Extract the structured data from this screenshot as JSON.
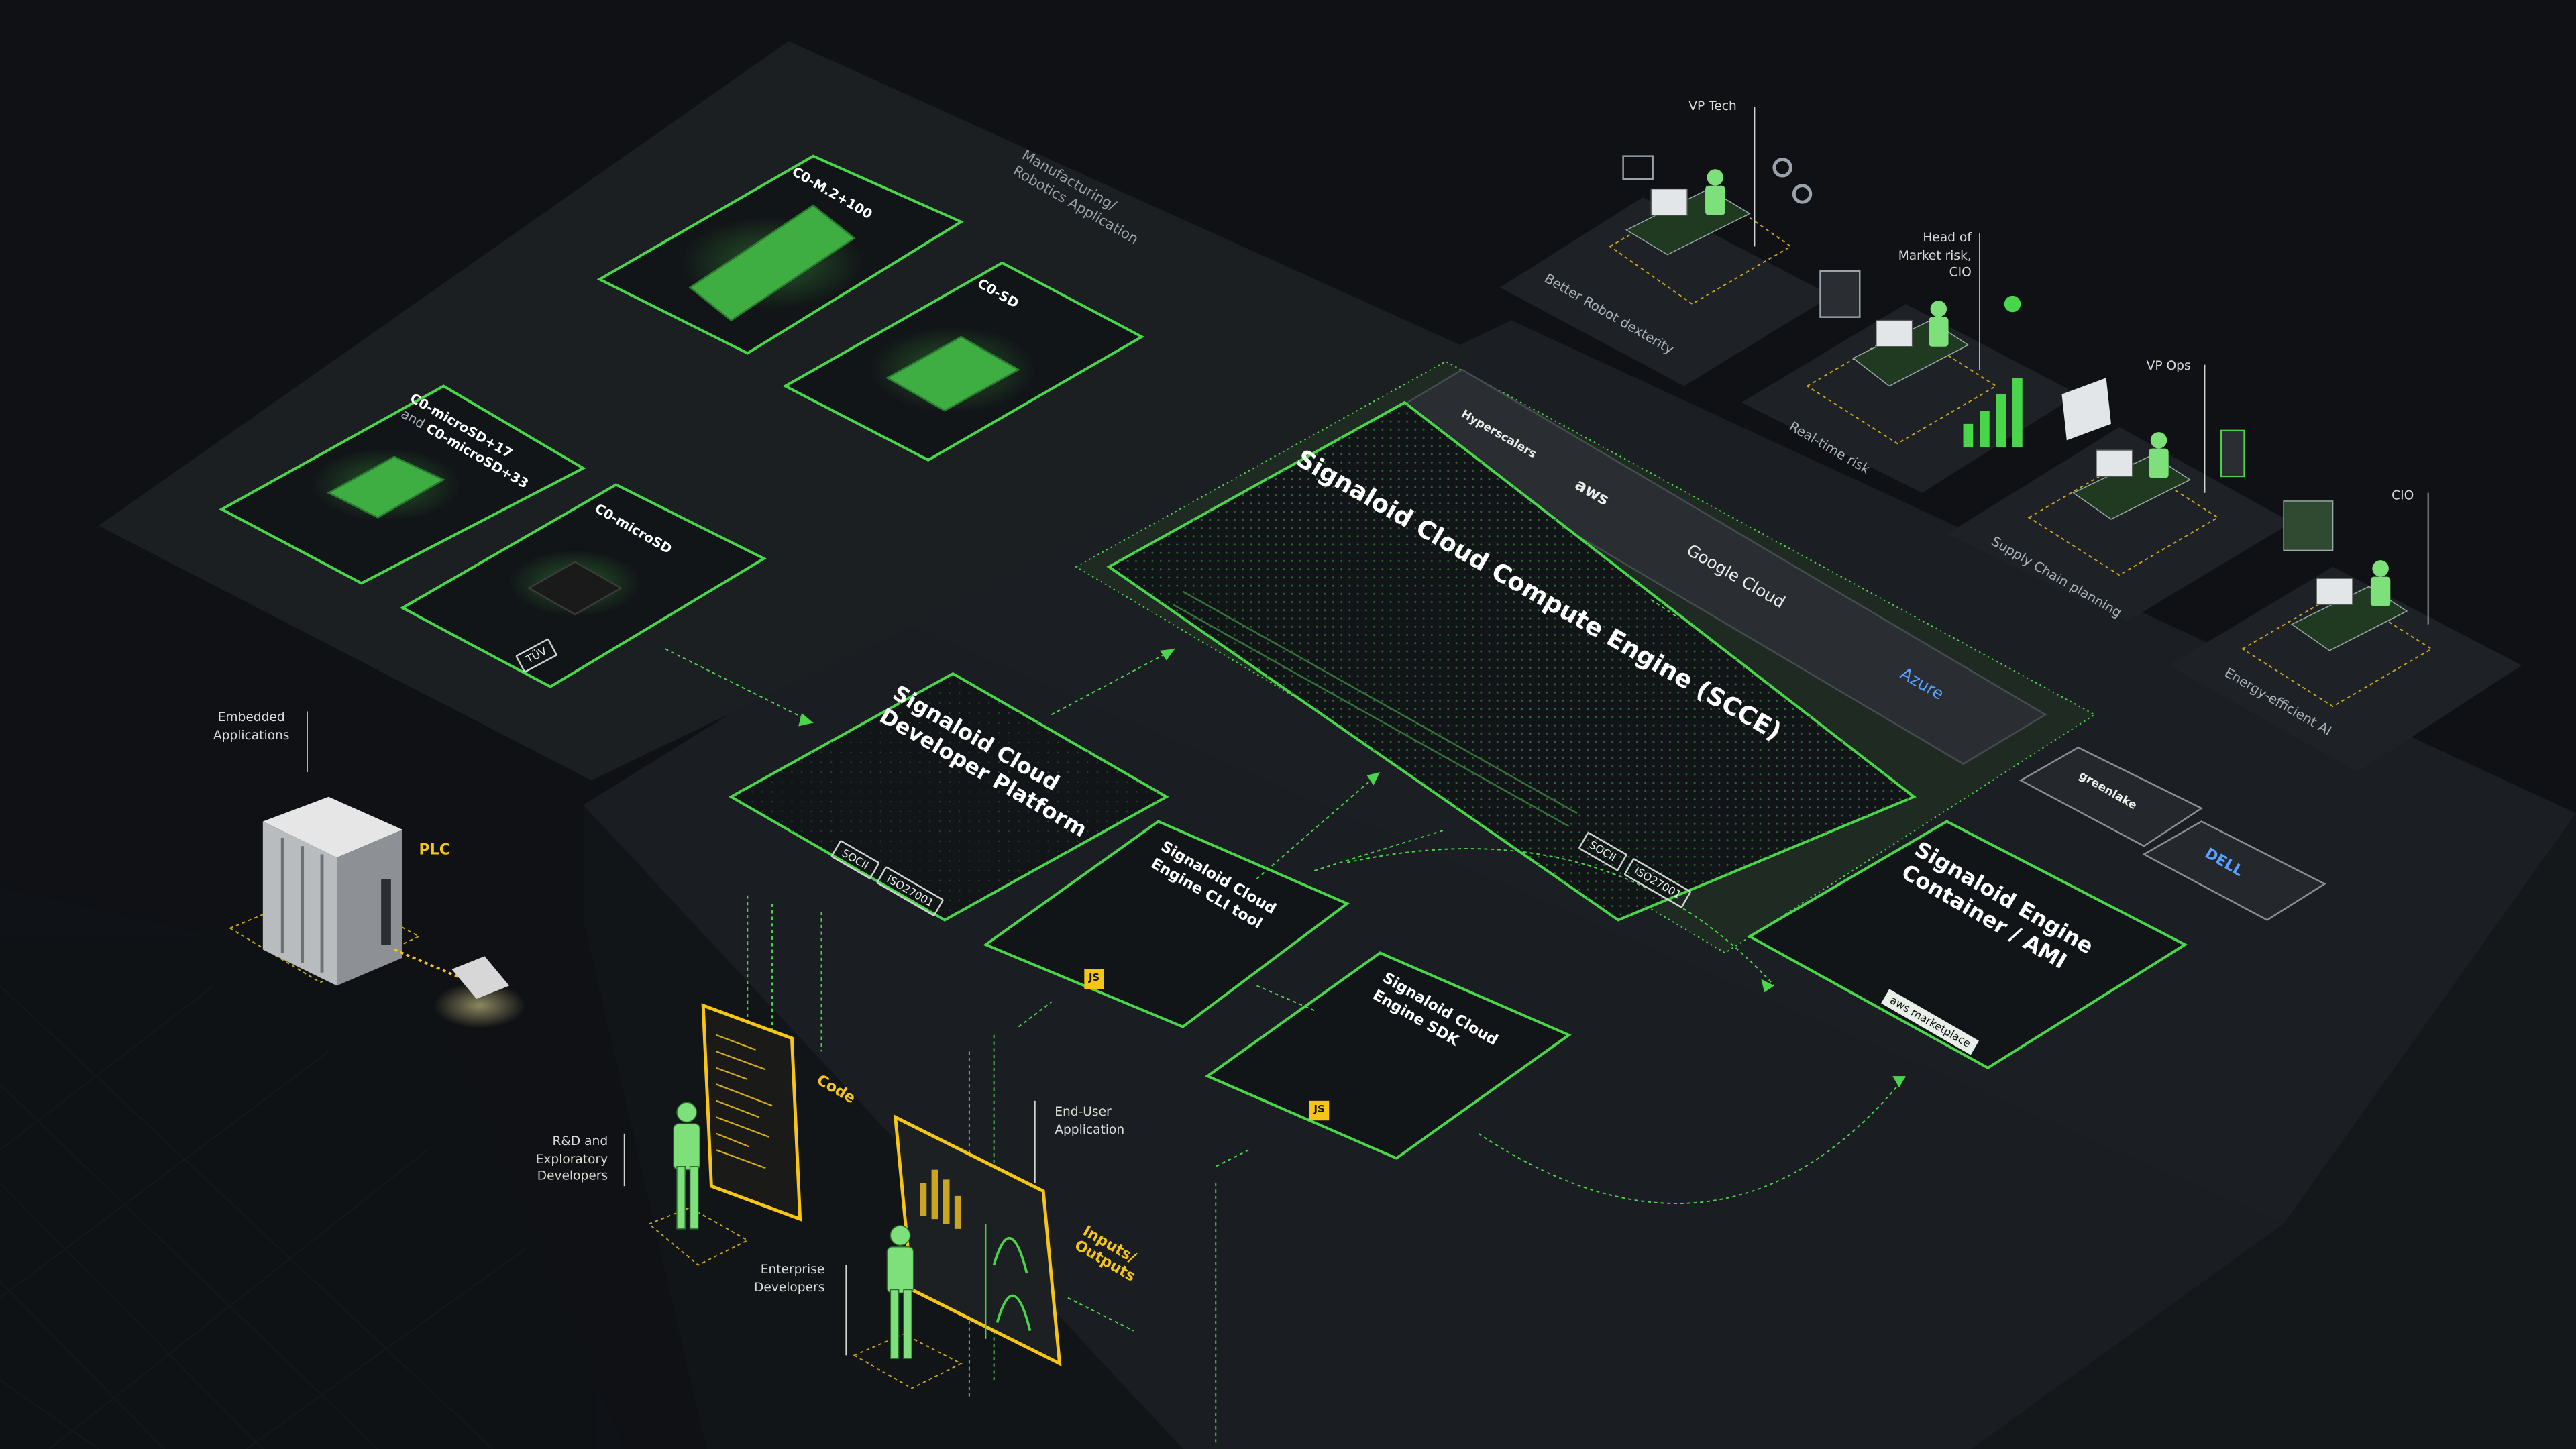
{
  "colors": {
    "background": "#0f1114",
    "accent_green": "#4ad64a",
    "accent_yellow": "#f5c518",
    "card": "#14171a"
  },
  "labels": {
    "embedded": "Embedded Applications",
    "plc": "PLC",
    "rnd": "R&D and Exploratory Developers",
    "code": "Code",
    "end_user": "End-User Application",
    "enterprise": "Enterprise Developers",
    "inputs_outputs": "Inputs/ Outputs",
    "vp_tech": "VP Tech",
    "head_market": "Head of Market risk, CIO",
    "vp_ops": "VP Ops",
    "cio": "CIO",
    "manufacturing": "Manufacturing/ Robotics Application"
  },
  "use_cases": [
    {
      "label": "Better Robot dexterity"
    },
    {
      "label": "Real-time risk"
    },
    {
      "label": "Supply Chain planning"
    },
    {
      "label": "Energy-efficient AI"
    }
  ],
  "hardware": {
    "m2": "C0-M.2+100",
    "sd": "C0-SD",
    "microsd_variants": {
      "a": "C0-microSD+17",
      "and": "and",
      "b": "C0-microSD+33"
    },
    "microsd": "C0-microSD",
    "tuv": "TÜV"
  },
  "platform": {
    "dev_platform": "Signaloid Cloud Developer Platform",
    "scce": "Signaloid Cloud Compute Engine (SCCE)",
    "cli": "Signaloid Cloud Engine CLI tool",
    "sdk": "Signaloid Cloud Engine SDK",
    "container": "Signaloid Engine Container / AMI",
    "soc": "SOCII",
    "iso": "ISO27001",
    "js": "JS"
  },
  "hyperscalers": {
    "title": "Hyperscalers",
    "aws": "aws",
    "google": "Google Cloud",
    "azure": "Azure"
  },
  "partners": {
    "greenlake": "greenlake",
    "dell": "DELL",
    "aws_marketplace": "aws marketplace"
  }
}
